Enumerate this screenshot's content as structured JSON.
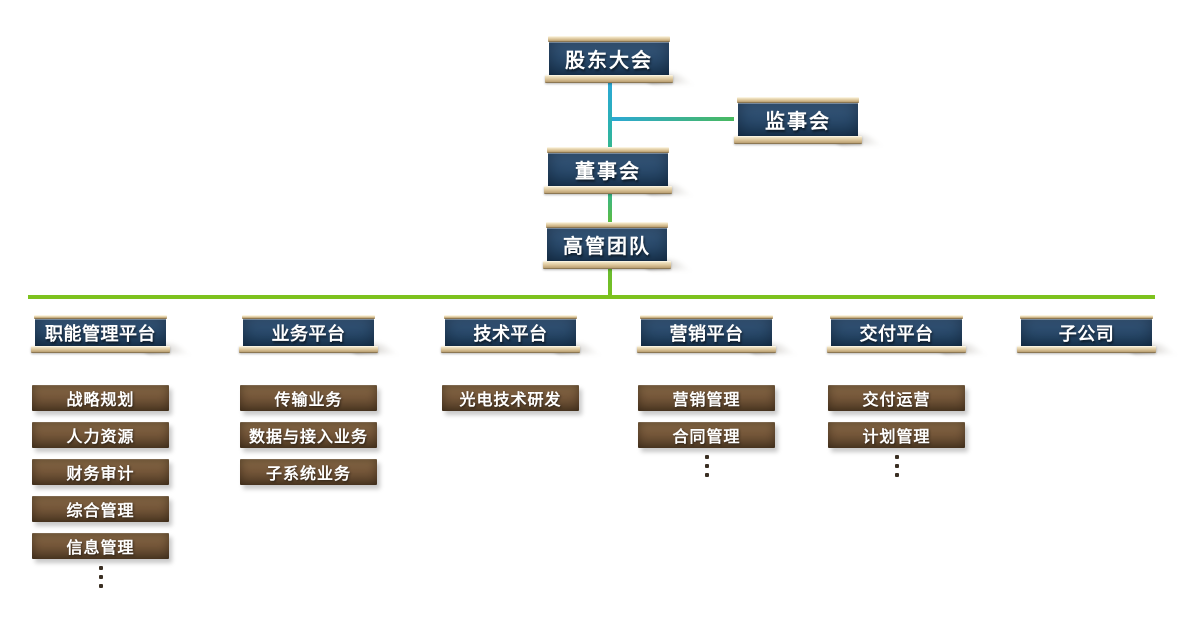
{
  "hierarchy": {
    "shareholders": "股东大会",
    "supervisory": "监事会",
    "board": "董事会",
    "executive": "高管团队"
  },
  "platforms": [
    {
      "label": "职能管理平台",
      "children": [
        "战略规划",
        "人力资源",
        "财务审计",
        "综合管理",
        "信息管理"
      ],
      "has_more": true
    },
    {
      "label": "业务平台",
      "children": [
        "传输业务",
        "数据与接入业务",
        "子系统业务"
      ],
      "has_more": false
    },
    {
      "label": "技术平台",
      "children": [
        "光电技术研发"
      ],
      "has_more": false
    },
    {
      "label": "营销平台",
      "children": [
        "营销管理",
        "合同管理"
      ],
      "has_more": true
    },
    {
      "label": "交付平台",
      "children": [
        "交付运营",
        "计划管理"
      ],
      "has_more": true
    },
    {
      "label": "子公司",
      "children": [],
      "has_more": false
    }
  ],
  "colors": {
    "main_line_green": "#7dc21e",
    "line_cyan": "#2ba8d4",
    "line_teal": "#35b78c",
    "line_green": "#5cbc3f",
    "plaque_navy": "#2c4d6f",
    "rail_tan": "#d9c296",
    "subbox_brown": "#745639",
    "text_white": "#ffffff"
  }
}
